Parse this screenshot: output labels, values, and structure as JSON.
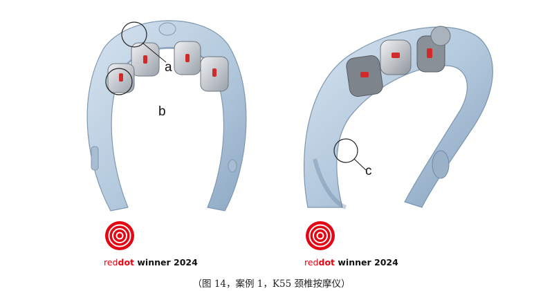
{
  "figure_left": {
    "callouts": [
      "a",
      "b"
    ]
  },
  "figure_right": {
    "callouts": [
      "c"
    ]
  },
  "badges": [
    {
      "brand_red": "red",
      "brand_bold": "dot",
      "brand_rest": " winner 2024"
    },
    {
      "brand_red": "red",
      "brand_bold": "dot",
      "brand_rest": " winner 2024"
    }
  ],
  "colors": {
    "device_body": "#b9cde0",
    "device_shade": "#8aa6c2",
    "pad": "#c9ced6",
    "pad_dark": "#5e646c",
    "heater": "#d22a2a",
    "reddot_red": "#e30613"
  },
  "caption": "（图 14，案例 1，K55 颈椎按摩仪）"
}
